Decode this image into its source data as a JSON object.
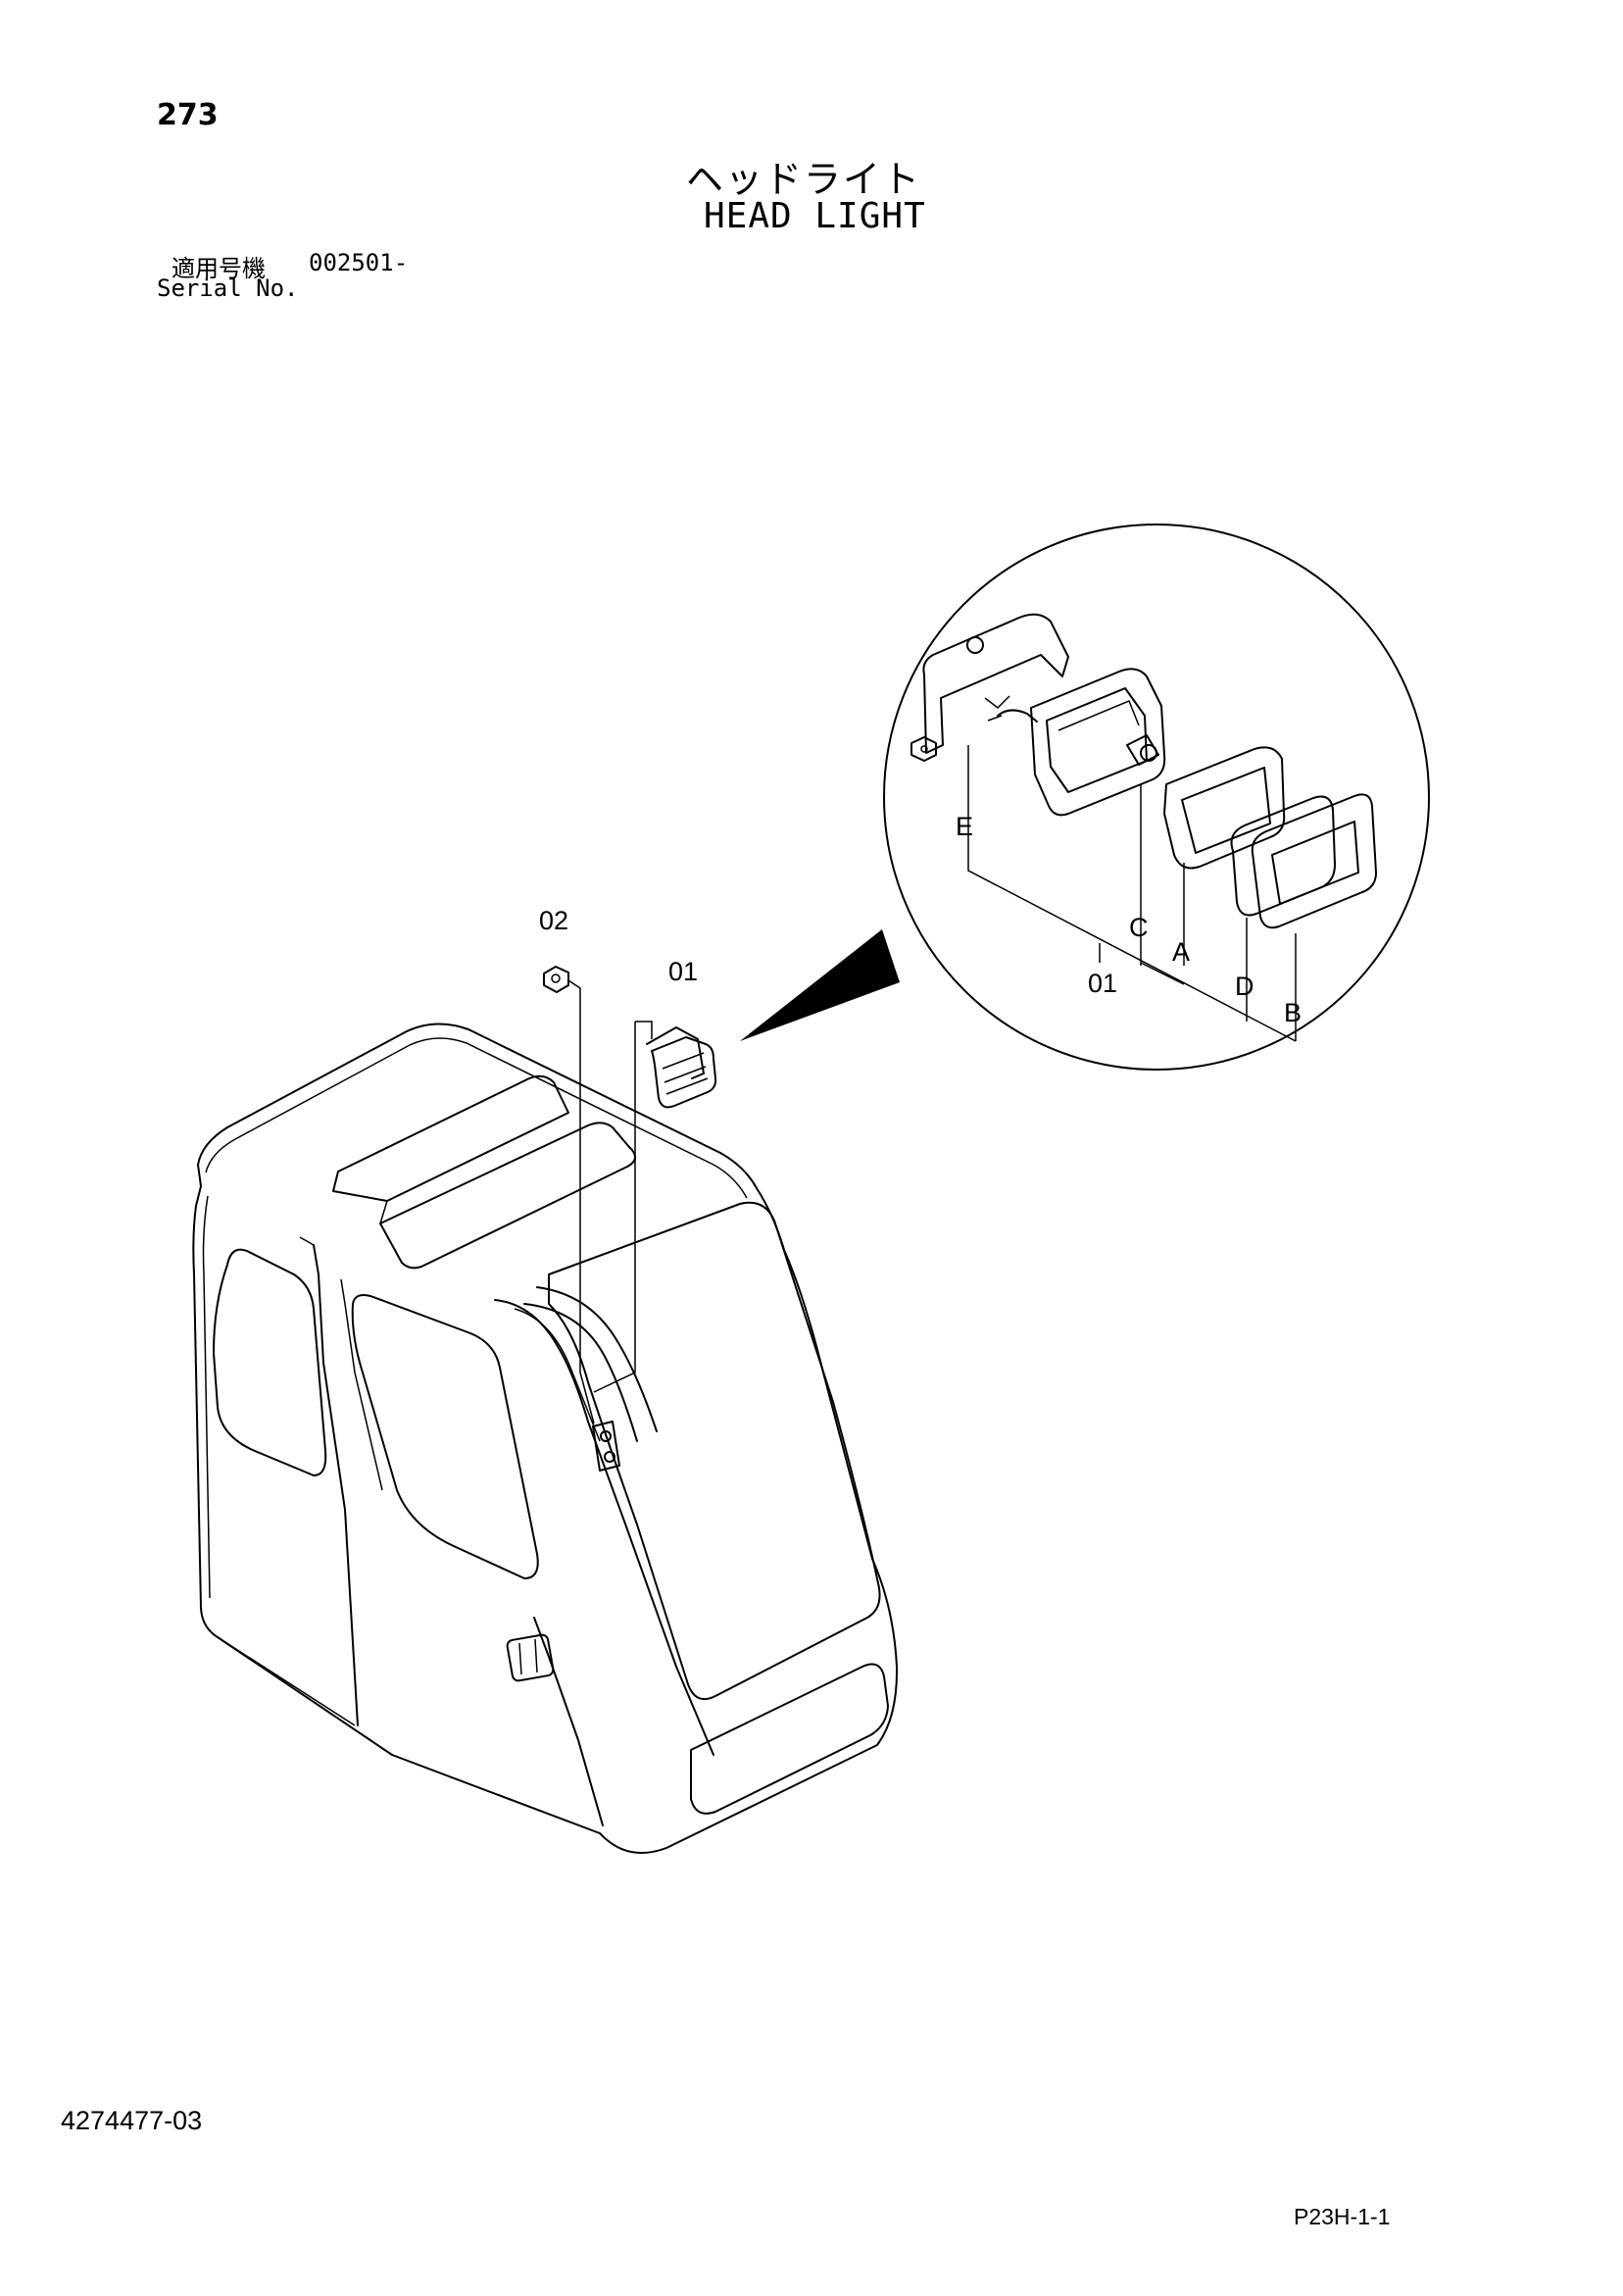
{
  "header": {
    "page_number": "273",
    "title_jp": "ヘッドライト",
    "title_en": "HEAD LIGHT",
    "serial_label_jp": "適用号機",
    "serial_value": "002501-",
    "serial_label_en": "Serial No."
  },
  "callouts": {
    "part_01": "01",
    "part_02": "02",
    "detail_01": "01",
    "detail_a": "A",
    "detail_b": "B",
    "detail_c": "C",
    "detail_d": "D",
    "detail_e": "E"
  },
  "footer": {
    "doc_number": "4274477-03",
    "page_code": "P23H-1-1"
  },
  "icons": {
    "cab": "operator-cab-illustration",
    "head_light": "head-light-assembly-illustration",
    "bolt": "bolt-illustration",
    "detail_circle": "exploded-detail-view"
  }
}
